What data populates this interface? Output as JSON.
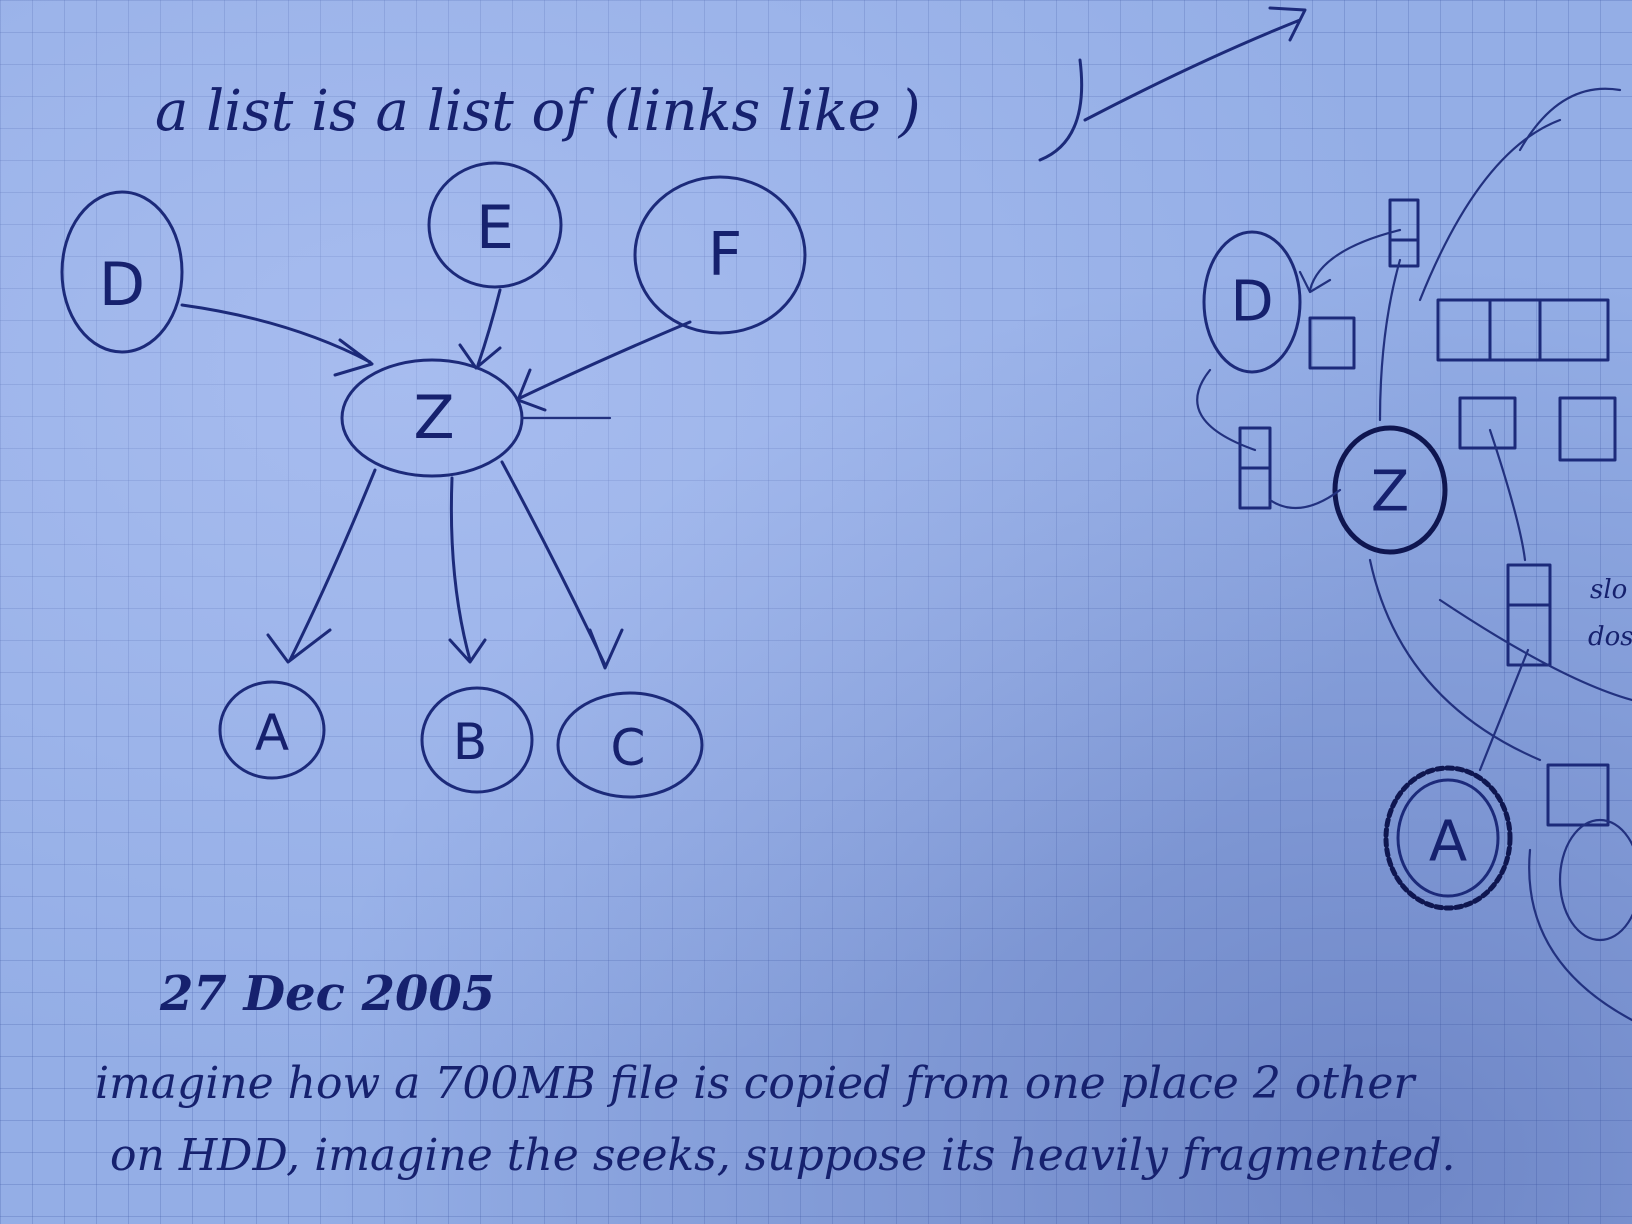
{
  "heading": "a list is a list of (links like )",
  "left_diagram": {
    "nodes": {
      "d": "D",
      "e": "E",
      "f": "F",
      "z": "Z",
      "a": "A",
      "b": "B",
      "c": "C"
    }
  },
  "right_diagram": {
    "nodes": {
      "d": "D",
      "z": "Z",
      "a": "A"
    },
    "side_note_fragments": [
      "slo",
      "dos"
    ]
  },
  "date": "27 Dec 2005",
  "note_lines": [
    "imagine how a 700MB file is copied from one place 2 other",
    "on HDD, imagine the seeks, suppose its heavily fragmented."
  ],
  "colors": {
    "paper": "#94aee6",
    "ink": "#1c2a7a"
  }
}
